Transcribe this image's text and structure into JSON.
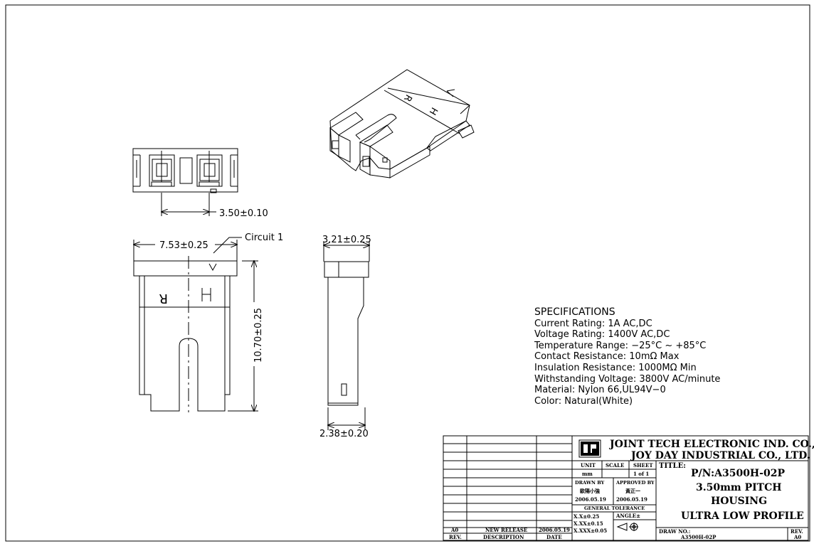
{
  "dimensions": {
    "pitch": "3.50±0.10",
    "width": "7.53±0.25",
    "circuit_label": "Circuit 1",
    "depth": "3.21±0.25",
    "height": "10.70±0.25",
    "bottom": "2.38±0.20"
  },
  "body_marks": {
    "left": "R",
    "right": "H"
  },
  "specifications": {
    "heading": "SPECIFICATIONS",
    "lines": [
      "Current Rating: 1A AC,DC",
      "Voltage Rating: 1400V AC,DC",
      "Temperature Range: −25°C ~ +85°C",
      "Contact Resistance: 10mΩ Max",
      "Insulation Resistance: 1000MΩ Min",
      "Withstanding Voltage: 3800V AC/minute",
      "Material: Nylon 66,UL94V−0",
      "Color: Natural(White)"
    ]
  },
  "title_block": {
    "company1": "JOINT TECH ELECTRONIC IND. CO., LTD.",
    "company2": "JOY DAY INDUSTRIAL CO., LTD.",
    "unit_label": "UNIT",
    "unit_value": "mm",
    "scale_label": "SCALE",
    "sheet_label": "SHEET",
    "sheet_value": "1 of 1",
    "drawn_by_label": "DRAWN BY",
    "drawn_by_name": "歐陽小強",
    "drawn_date": "2006.05.19",
    "approved_by_label": "APPROVED BY",
    "approved_by_name": "黃正一",
    "approved_date": "2006.05.19",
    "general_tolerance_label": "GENERAL TOLERANCE",
    "tol1": "X.X±0.25",
    "tol2": "X.XX±0.15",
    "tol3": "X.XXX±0.05",
    "angle_label": "ANGLE±",
    "title_label": "TITLE:",
    "part_number": "P/N:A3500H-02P",
    "title_line2": "3.50mm PITCH",
    "title_line3": "HOUSING",
    "title_line4": "ULTRA LOW PROFILE",
    "draw_no_label": "DRAW NO.:",
    "draw_no": "A3500H-02P",
    "rev_label": "REV.",
    "rev_value": "A0",
    "rev_row": {
      "rev": "A0",
      "description": "NEW RELEASE",
      "date": "2006.05.19"
    },
    "rev_header": {
      "rev": "REV.",
      "description": "DESCRIPTION",
      "date": "DATE"
    }
  }
}
